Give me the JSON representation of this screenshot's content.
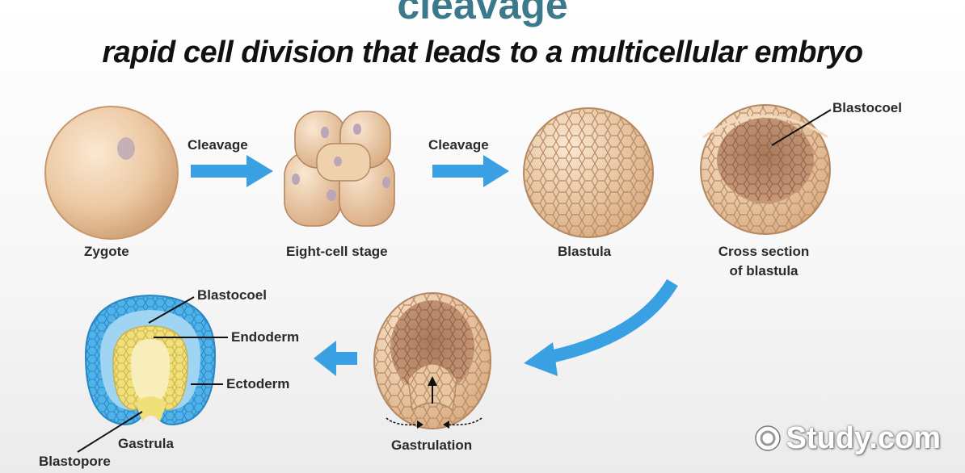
{
  "header": {
    "title": "cleavage",
    "subtitle": "rapid cell division that leads to a multicellular embryo"
  },
  "labels": {
    "zygote": "Zygote",
    "eight_cell": "Eight-cell stage",
    "blastula": "Blastula",
    "cross_section_line1": "Cross section",
    "cross_section_line2": "of blastula",
    "blastocoel_top": "Blastocoel",
    "cleavage_arrow_1": "Cleavage",
    "cleavage_arrow_2": "Cleavage",
    "blastocoel_gastrula": "Blastocoel",
    "endoderm": "Endoderm",
    "ectoderm": "Ectoderm",
    "gastrula": "Gastrula",
    "blastopore": "Blastopore",
    "gastrulation": "Gastrulation"
  },
  "watermark": {
    "text": "Study.com"
  },
  "colors": {
    "title": "#3b7a8c",
    "arrow": "#3aa0e4",
    "cell": "#e9c7a2",
    "cell_dark": "#c89a72",
    "ectoderm": "#4fb2e8",
    "endoderm": "#f1e07a"
  },
  "icons": {
    "watermark_logo": "study-logo-icon"
  }
}
